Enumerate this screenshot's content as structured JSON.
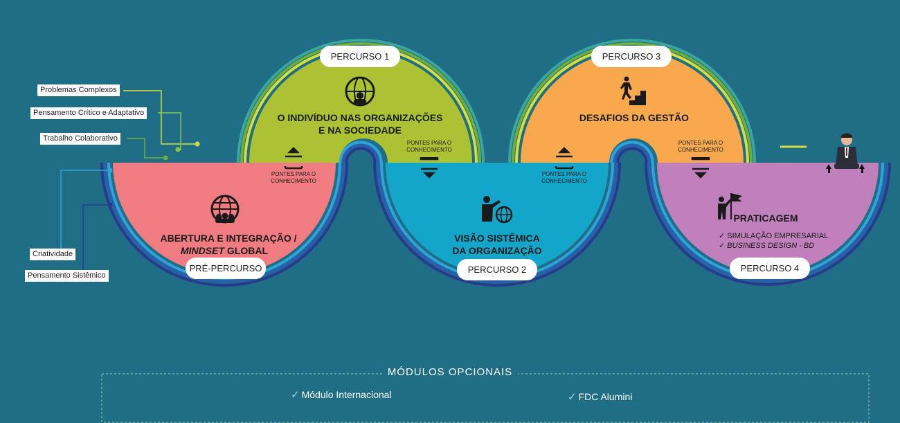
{
  "skills": [
    "Problemas Complexos",
    "Pensamento Crítico e Adaptativo",
    "Trabalho Colaborativo",
    "Criatividade",
    "Pensamento Sistêmico"
  ],
  "modules": [
    {
      "pill": "PRÉ-PERCURSO",
      "title_line1": "ABERTURA E INTEGRAÇÃO /",
      "title_line2_italic": "MINDSET",
      "title_line2_rest": " GLOBAL",
      "color": "#f07b80"
    },
    {
      "pill": "PERCURSO 1",
      "title_line1": "O INDIVÍDUO NAS ORGANIZAÇÕES",
      "title_line2": "E NA SOCIEDADE",
      "color": "#acc233"
    },
    {
      "pill": "PERCURSO 2",
      "title_line1": "VISÃO SISTÊMICA",
      "title_line2": "DA ORGANIZAÇÃO",
      "color": "#14a6c8"
    },
    {
      "pill": "PERCURSO 3",
      "title_line1": "DESAFIOS DA GESTÃO",
      "color": "#f8a94d"
    },
    {
      "pill": "PERCURSO 4",
      "title_line1": "PRATICAGEM",
      "color": "#bf80bb",
      "checks": [
        "SIMULAÇÃO EMPRESARIAL",
        "BUSINESS DESIGN - BD"
      ]
    }
  ],
  "bridge_line1": "PONTES PARA O",
  "bridge_line2": "CONHECIMENTO",
  "optional": {
    "title": "MÓDULOS OPCIONAIS",
    "items": [
      "Módulo Internacional",
      "FDC Alumini"
    ]
  },
  "colors": {
    "background": "#1f6e86",
    "band_yellow": "#d6de3d",
    "band_green": "#6fae3d",
    "band_teal": "#3aa6a0",
    "band_cyan": "#2fa4dc",
    "band_blue": "#2a5fb0",
    "band_navy": "#283a8e"
  },
  "icons": [
    "globe-people-icon",
    "stairs-climber-icon",
    "presenter-globe-icon",
    "flag-person-icon",
    "businessman-icon"
  ]
}
